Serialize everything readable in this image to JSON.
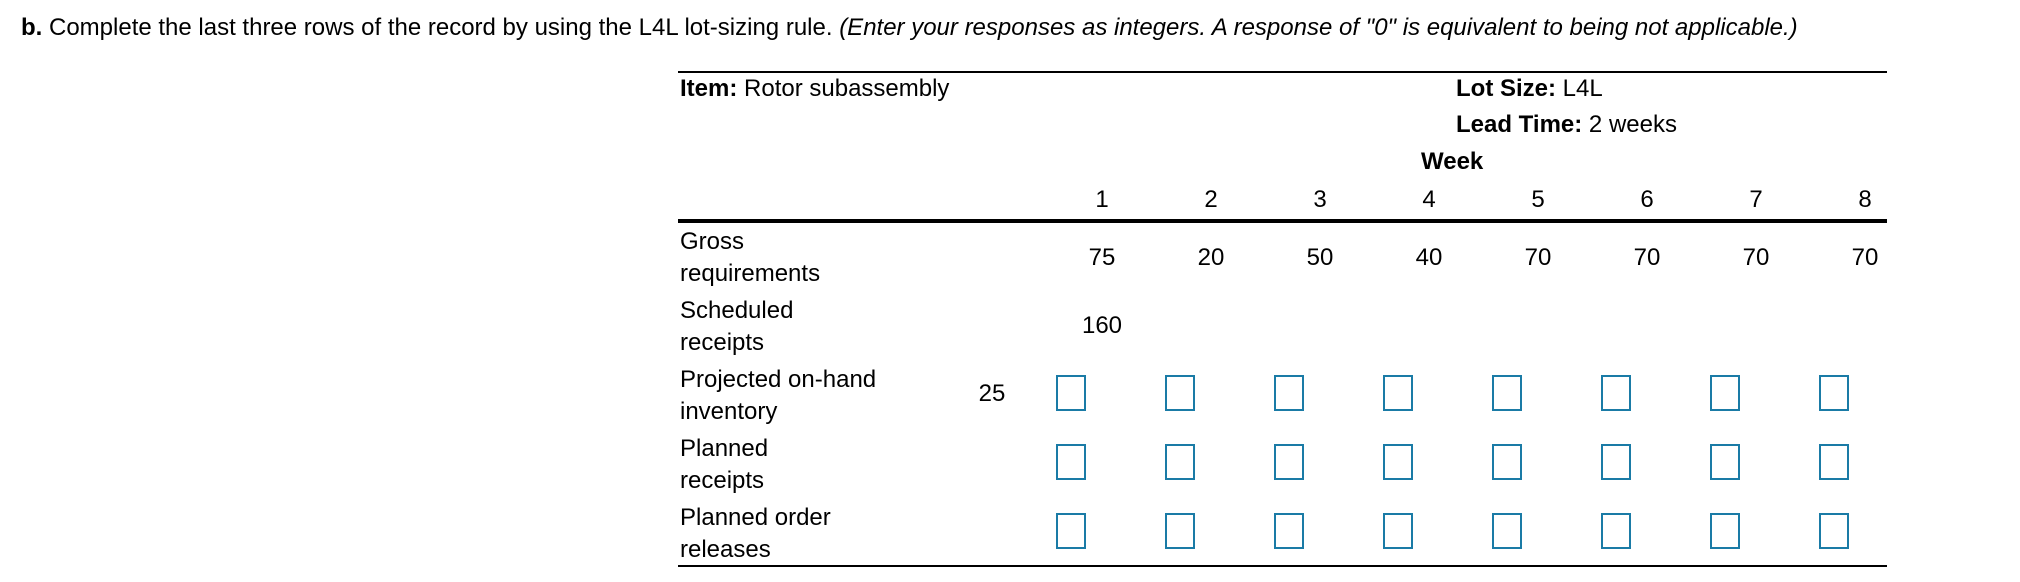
{
  "instruction": {
    "label": "b.",
    "text": " Complete the last three rows of the record by using the L4L lot-sizing rule. ",
    "note": "(Enter your responses as integers. A response of \"0\" is equivalent to being not applicable.)"
  },
  "record": {
    "item_label": "Item:",
    "item_value": " Rotor subassembly",
    "lot_size_label": "Lot Size:",
    "lot_size_value": " L4L",
    "lead_time_label": "Lead Time:",
    "lead_time_value": " 2 weeks",
    "week_header": "Week",
    "weeks": [
      "1",
      "2",
      "3",
      "4",
      "5",
      "6",
      "7",
      "8"
    ],
    "rows": {
      "gross": {
        "label_line1": "Gross",
        "label_line2": "requirements",
        "values": [
          "75",
          "20",
          "50",
          "40",
          "70",
          "70",
          "70",
          "70"
        ]
      },
      "scheduled": {
        "label_line1": "Scheduled",
        "label_line2": "receipts",
        "values": [
          "160",
          "",
          "",
          "",
          "",
          "",
          "",
          ""
        ]
      },
      "projected": {
        "label_line1": "Projected on-hand",
        "label_line2": "inventory",
        "initial": "25",
        "inputs": [
          "",
          "",
          "",
          "",
          "",
          "",
          "",
          ""
        ]
      },
      "planned_receipts": {
        "label_line1": "Planned",
        "label_line2": "receipts",
        "inputs": [
          "",
          "",
          "",
          "",
          "",
          "",
          "",
          ""
        ]
      },
      "planned_releases": {
        "label_line1": "Planned order",
        "label_line2": "releases",
        "inputs": [
          "",
          "",
          "",
          "",
          "",
          "",
          "",
          ""
        ]
      }
    }
  }
}
